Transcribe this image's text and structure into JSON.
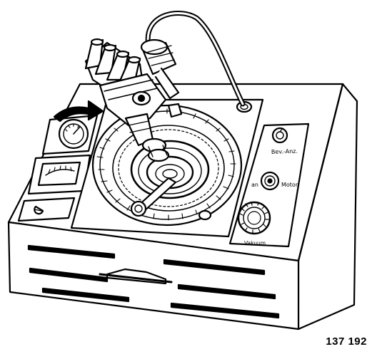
{
  "figure": {
    "number": "137 192",
    "ink_color": "#000000",
    "paper_color": "#ffffff"
  },
  "panel_labels": {
    "top_right": "Bev.-Anz.",
    "left": "an",
    "right": "Motor",
    "bottom_right": "Vakuum"
  }
}
